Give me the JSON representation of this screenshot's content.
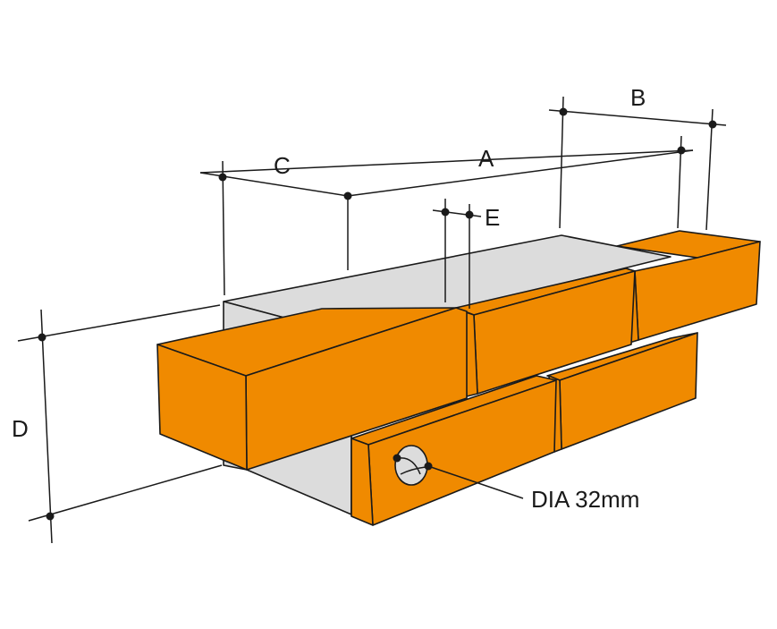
{
  "labels": {
    "a": "A",
    "b": "B",
    "c": "C",
    "d": "D",
    "e": "E",
    "hole": "DIA 32mm"
  },
  "colors": {
    "brick": "#f08a00",
    "cavity": "#dcdcdc",
    "line": "#1a1a1a"
  }
}
